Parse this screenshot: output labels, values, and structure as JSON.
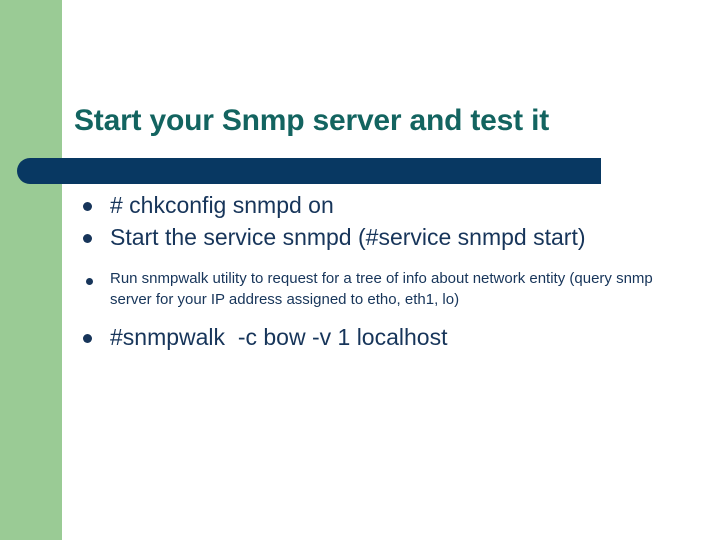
{
  "slide": {
    "title": "Start your Snmp server and test it",
    "colors": {
      "band_green": "#9acb95",
      "accent_navy": "#083862",
      "title_teal": "#136460",
      "body_navy": "#17355a",
      "panel_white": "#ffffff"
    },
    "bullets": [
      {
        "level": 1,
        "text": "# chkconfig snmpd on"
      },
      {
        "level": 1,
        "text": "Start the service snmpd (#service snmpd start)"
      },
      {
        "level": 2,
        "text": "Run snmpwalk utility to request for a tree of info about network entity (query snmp server for your IP address assigned to etho, eth1, lo)"
      },
      {
        "level": 1,
        "text": "#snmpwalk  -c bow -v 1 localhost"
      }
    ]
  }
}
